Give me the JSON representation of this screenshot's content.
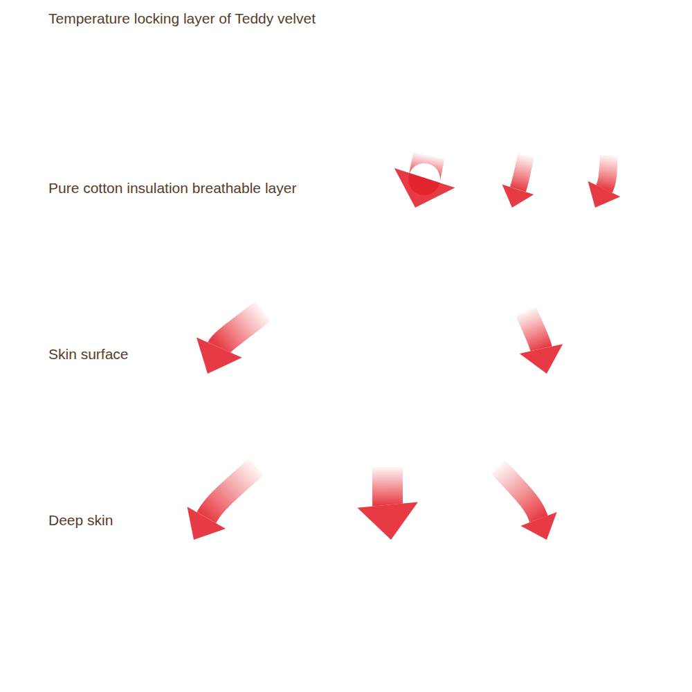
{
  "diagram": {
    "nodes": [
      {
        "text": [
          "Temperature locking layer of Teddy velvet"
        ]
      },
      {
        "text": [
          "Pure cotton insulation breathable layer"
        ]
      },
      {
        "text": [
          "Skin surface"
        ]
      },
      {
        "text": [
          "Deep skin"
        ]
      }
    ],
    "edges": [
      {
        "from": 0,
        "to": 1,
        "arrow": "to"
      },
      {
        "from": 0,
        "to": 1,
        "arrow": "to"
      },
      {
        "from": 0,
        "to": 1,
        "arrow": "to"
      },
      {
        "from": 1,
        "to": 2,
        "arrow": "to"
      },
      {
        "from": 1,
        "to": 2,
        "arrow": "to"
      },
      {
        "from": 2,
        "to": 3,
        "arrow": "to"
      },
      {
        "from": 2,
        "to": 3,
        "arrow": "to"
      },
      {
        "from": 2,
        "to": 3,
        "arrow": "to"
      }
    ]
  }
}
